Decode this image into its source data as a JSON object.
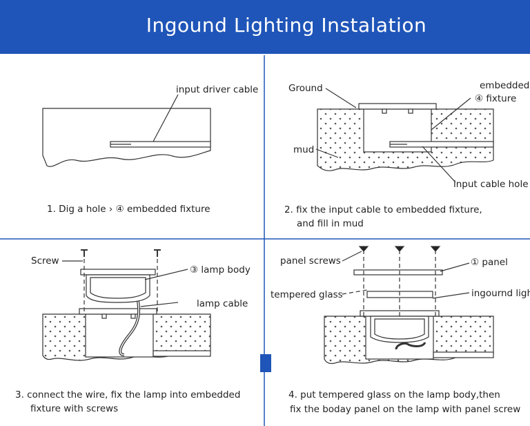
{
  "title": "Ingound Lighting Instalation",
  "panels": {
    "step1": {
      "labels": {
        "cable": "input driver cable"
      },
      "caption": [
        "1. Dig a hole › ④ embedded fixture"
      ]
    },
    "step2": {
      "labels": {
        "ground": "Ground",
        "mud": "mud",
        "fixture_line1": "embedded",
        "fixture_line2": "④ fixture",
        "cable_hole": "input cable hole"
      },
      "caption": [
        "2. fix the input cable to embedded fixture,",
        "and fill in mud"
      ]
    },
    "step3": {
      "labels": {
        "screw": "Screw",
        "lamp_body": "③ lamp body",
        "lamp_cable": "lamp cable"
      },
      "caption": [
        "3. connect the wire, fix the lamp into embedded",
        "fixture with screws"
      ]
    },
    "step4": {
      "labels": {
        "panel_screws": "panel screws",
        "panel": "① panel",
        "glass": "tempered glass",
        "light": "ingournd ligh"
      },
      "caption": [
        "4. put tempered glass on the lamp body,then",
        "fix the boday panel on the lamp with panel screw"
      ]
    }
  },
  "colors": {
    "header": "#1f55b8",
    "line": "#333333",
    "panel_border": "#1f55b8"
  }
}
